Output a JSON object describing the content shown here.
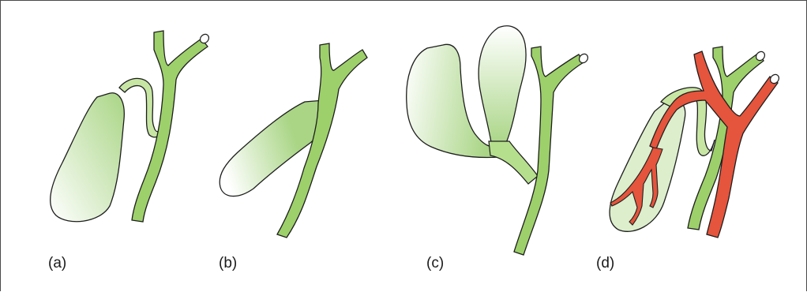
{
  "panels": [
    {
      "label": "(a)"
    },
    {
      "label": "(b)"
    },
    {
      "label": "(c)"
    },
    {
      "label": "(d)"
    }
  ],
  "colors": {
    "duct_fill": "#9dd06a",
    "duct_light": "#c7e6a4",
    "bladder_fill": "#b9dd95",
    "artery_fill": "#e5543c",
    "outline": "#1e1e1e"
  }
}
